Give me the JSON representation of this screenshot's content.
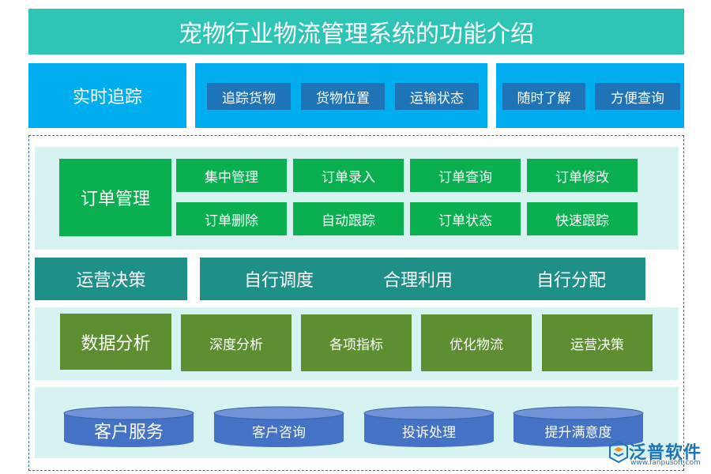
{
  "title": "宠物行业物流管理系统的功能介绍",
  "realtime": {
    "heading": "实时追踪",
    "group_a": [
      "追踪货物",
      "货物位置",
      "运输状态"
    ],
    "group_b": [
      "随时了解",
      "方便查询"
    ]
  },
  "orders": {
    "heading": "订单管理",
    "items": [
      "集中管理",
      "订单录入",
      "订单查询",
      "订单修改",
      "订单删除",
      "自动跟踪",
      "订单状态",
      "快速跟踪"
    ]
  },
  "operations": {
    "heading": "运营决策",
    "items": [
      "自行调度",
      "合理利用",
      "自行分配"
    ]
  },
  "analytics": {
    "heading": "数据分析",
    "items": [
      "深度分析",
      "各项指标",
      "优化物流",
      "运营决策"
    ]
  },
  "service": {
    "heading": "客户服务",
    "items": [
      "客户咨询",
      "投诉处理",
      "提升满意度"
    ]
  },
  "colors": {
    "title": "#2ec4b6",
    "realtime": "#00aeef",
    "realtime_chip": "#1f73b7",
    "orders": "#0ab04f",
    "operations": "#1e9088",
    "analytics": "#5d8e30",
    "service_cylinder": "#4472c4",
    "band": "#d7f3f1"
  },
  "logo": {
    "name": "泛普软件",
    "url_text": "www.fanpusoft.com"
  }
}
